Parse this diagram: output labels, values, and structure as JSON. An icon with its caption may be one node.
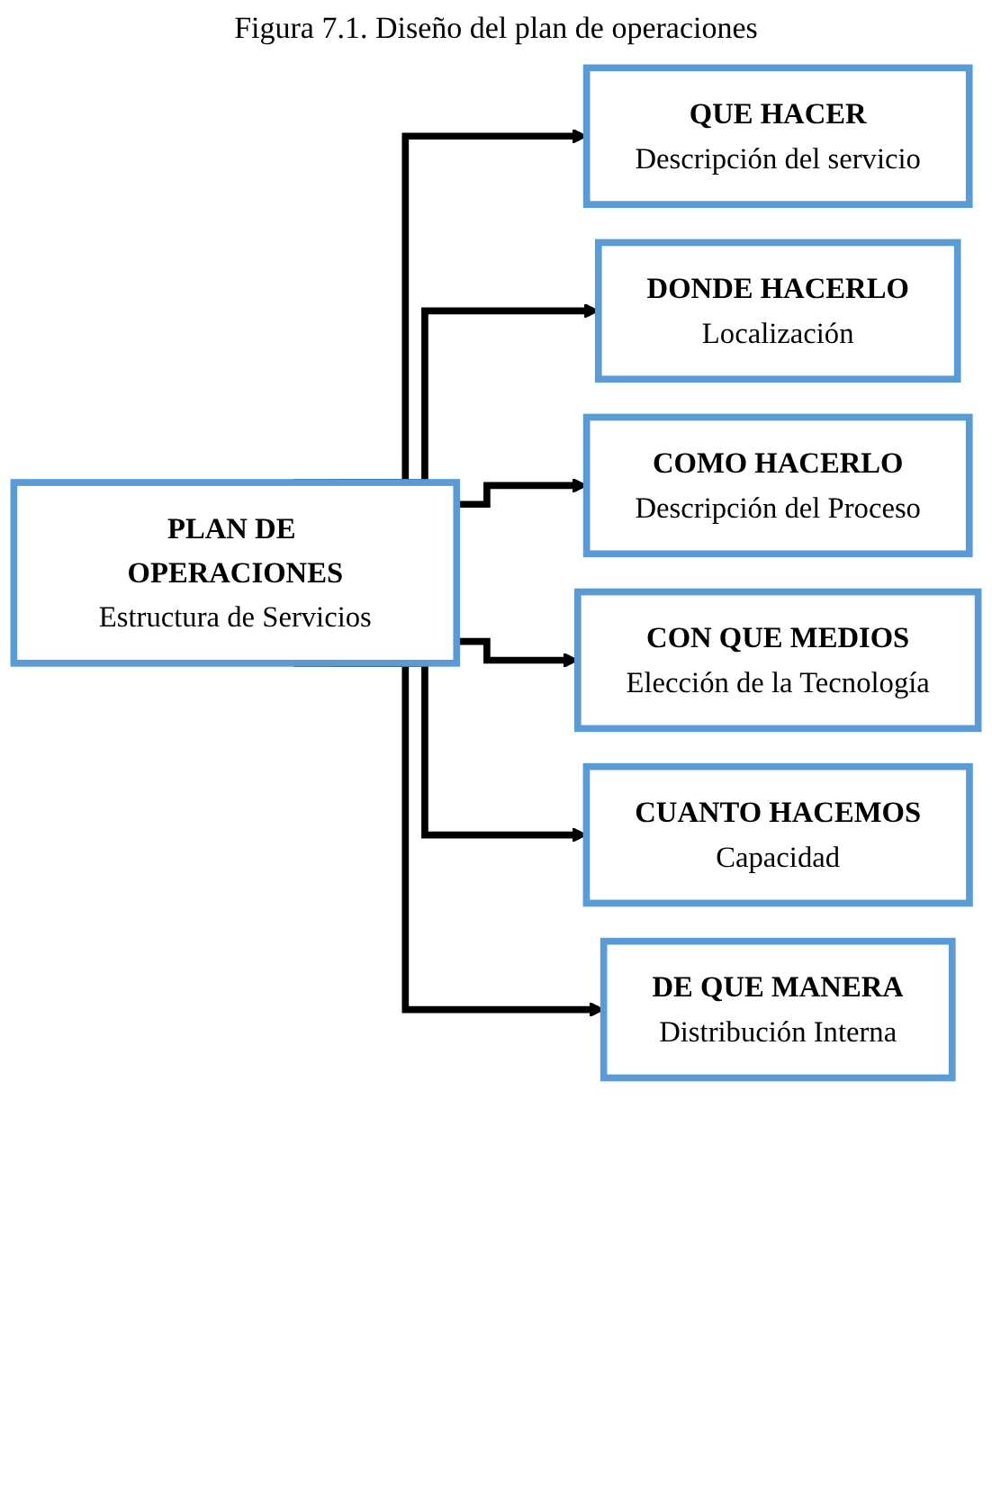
{
  "diagram": {
    "title": "Figura 7.1. Diseño del plan de operaciones",
    "nodes": [
      {
        "text": [
          "PLAN DE OPERACIONES",
          "Estructura de Servicios"
        ]
      },
      {
        "text": [
          "QUE HACER",
          "Descripción del servicio"
        ]
      },
      {
        "text": [
          "DONDE HACERLO",
          "Localización"
        ]
      },
      {
        "text": [
          "COMO HACERLO",
          "Descripción del Proceso"
        ]
      },
      {
        "text": [
          "CON QUE MEDIOS",
          "Elección de la Tecnología"
        ]
      },
      {
        "text": [
          "CUANTO HACEMOS",
          "Capacidad"
        ]
      },
      {
        "text": [
          "DE QUE MANERA",
          "Distribución Interna"
        ]
      }
    ],
    "edges": [
      {
        "from": 0,
        "to": 1,
        "arrow": "to"
      },
      {
        "from": 0,
        "to": 2,
        "arrow": "to"
      },
      {
        "from": 0,
        "to": 3,
        "arrow": "to"
      },
      {
        "from": 0,
        "to": 4,
        "arrow": "to"
      },
      {
        "from": 0,
        "to": 5,
        "arrow": "to"
      },
      {
        "from": 0,
        "to": 6,
        "arrow": "to"
      }
    ]
  }
}
